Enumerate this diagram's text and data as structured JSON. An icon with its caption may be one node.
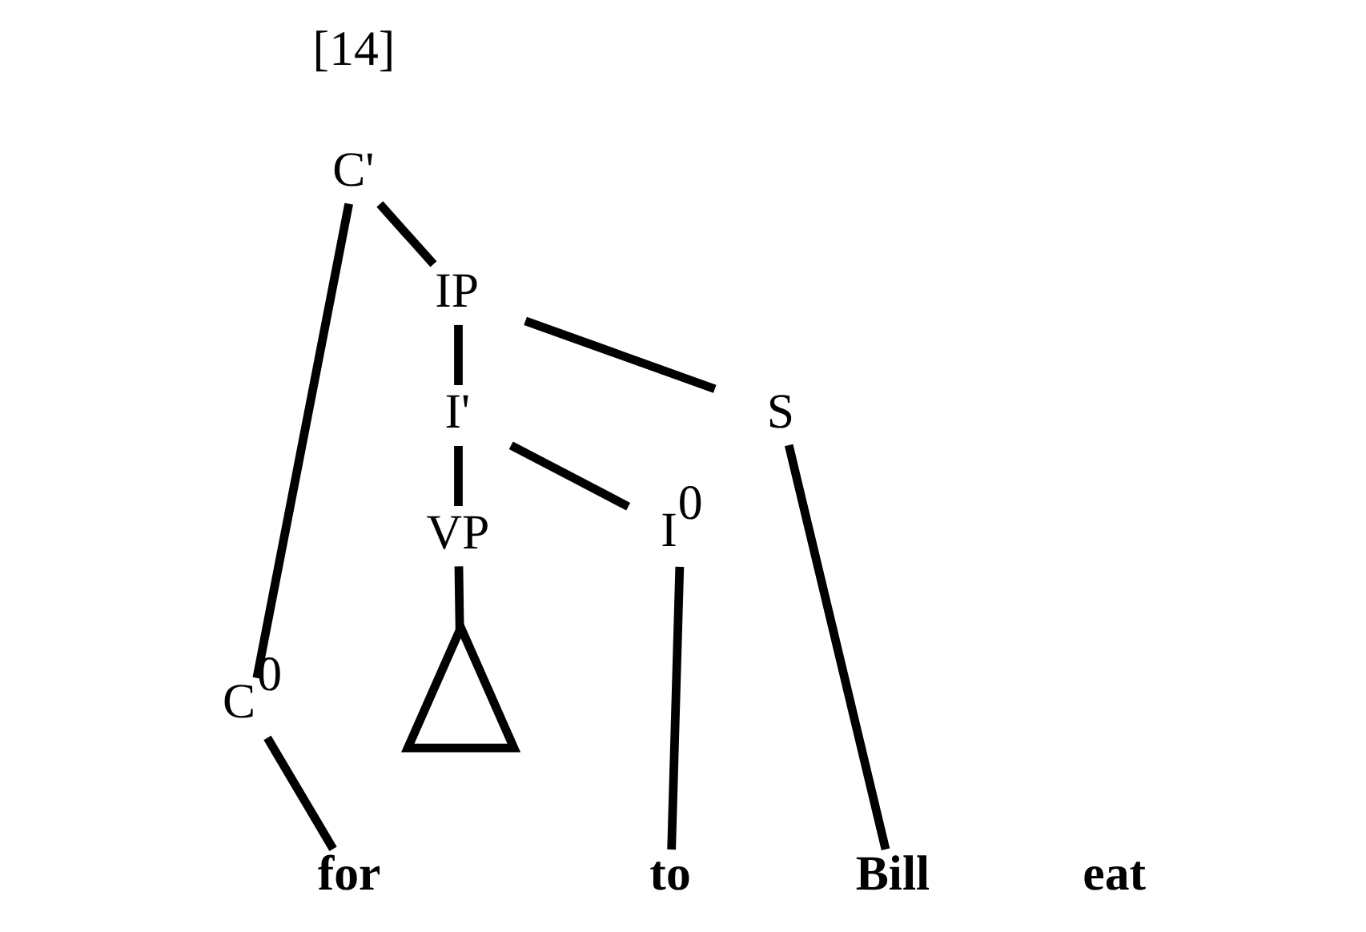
{
  "diagram": {
    "nodes": [
      {
        "text": [
          "C'"
        ]
      },
      {
        "text": [
          "C$^{0}$"
        ]
      },
      {
        "text": [
          "IP"
        ]
      },
      {
        "text": [
          "S"
        ]
      },
      {
        "text": [
          "I'"
        ]
      },
      {
        "text": [
          "I$^{0}$"
        ]
      },
      {
        "text": [
          "VP"
        ]
      },
      {
        "text": [],
        "shape": "triangle"
      },
      {
        "text": [
          "for"
        ]
      },
      {
        "text": [
          "Bill"
        ]
      },
      {
        "text": [
          "to"
        ]
      },
      {
        "text": [
          "eat"
        ]
      }
    ],
    "edges": [
      {
        "from": 0,
        "to": 1,
        "arrow": "none"
      },
      {
        "from": 0,
        "to": 2,
        "arrow": "none"
      },
      {
        "from": 2,
        "to": 3,
        "arrow": "none"
      },
      {
        "from": 2,
        "to": 4,
        "arrow": "none"
      },
      {
        "from": 4,
        "to": 5,
        "arrow": "none"
      },
      {
        "from": 4,
        "to": 6,
        "arrow": "none"
      },
      {
        "from": 1,
        "to": 8,
        "arrow": "none"
      },
      {
        "from": 3,
        "to": 9,
        "arrow": "none"
      },
      {
        "from": 5,
        "to": 10,
        "arrow": "none"
      },
      {
        "from": 6,
        "to": 7,
        "arrow": "none"
      }
    ],
    "labels": [
      "[14]"
    ]
  }
}
